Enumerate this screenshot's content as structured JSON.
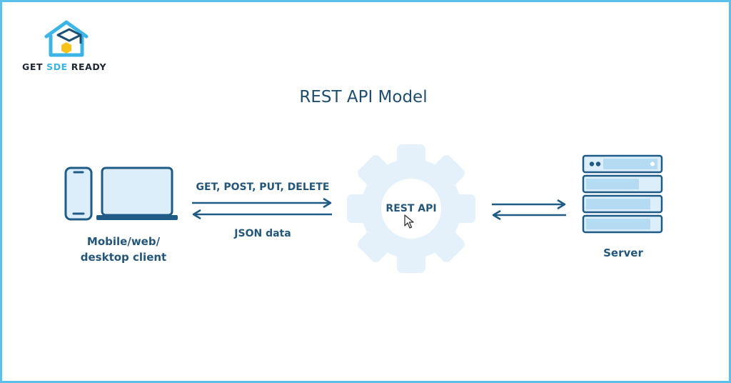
{
  "logo": {
    "word1": "GET",
    "word2": "SDE",
    "word3": "READY"
  },
  "title": "REST API Model",
  "client": {
    "line1": "Mobile/web/",
    "line2": "desktop client"
  },
  "arrows_left": {
    "top_label": "GET, POST, PUT, DELETE",
    "bottom_label": "JSON data"
  },
  "gear": {
    "label": "REST API"
  },
  "server": {
    "label": "Server"
  },
  "colors": {
    "border": "#5bc0ea",
    "primary": "#1f5b85",
    "light_blue": "#dbeefa",
    "mid_blue": "#b5dbf3",
    "gear": "#e4f1fa"
  }
}
